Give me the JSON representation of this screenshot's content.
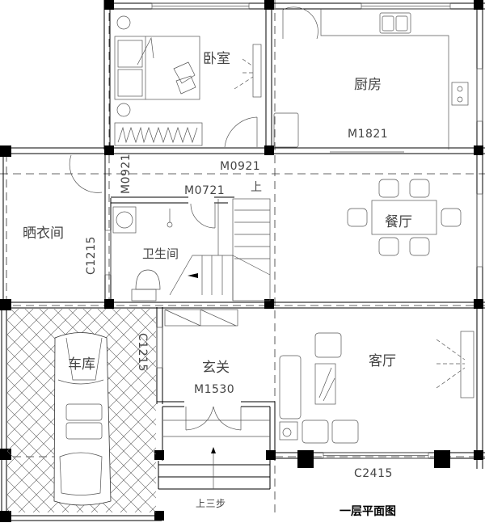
{
  "plan": {
    "title": "一层平面图",
    "rooms": {
      "bedroom": "卧室",
      "kitchen": "厨房",
      "drying_room": "晒衣间",
      "bathroom": "卫生间",
      "dining": "餐厅",
      "garage": "车库",
      "foyer": "玄关",
      "living": "客厅"
    },
    "codes": {
      "kitchen_door": "M1821",
      "bedroom_door": "M0921",
      "drying_door": "M0921",
      "bath_door": "M0721",
      "drying_window": "C1215",
      "garage_window": "C1215",
      "entry_door": "M1530",
      "living_window": "C2415"
    },
    "annotations": {
      "stair_up": "上",
      "steps_up": "上三步"
    }
  }
}
